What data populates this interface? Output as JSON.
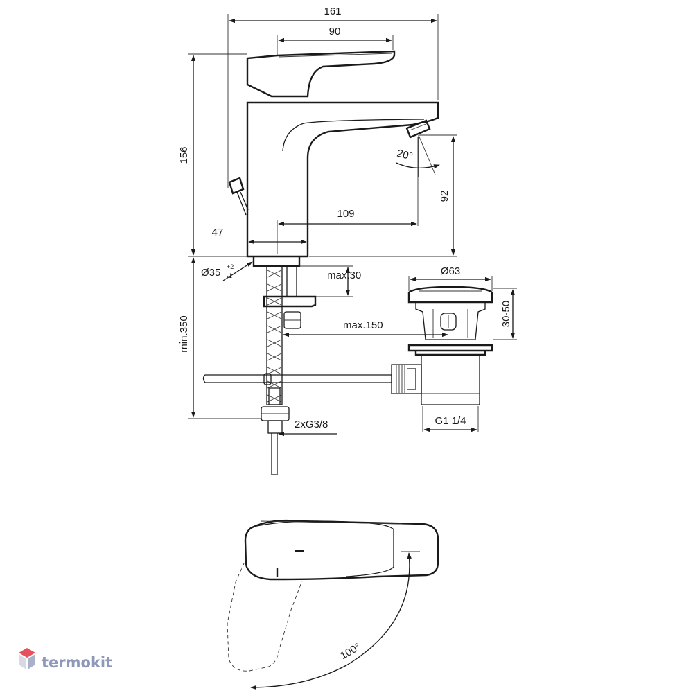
{
  "dimensions": {
    "total_depth": "161",
    "lever_width": "90",
    "height": "156",
    "spout_reach": "109",
    "body_width": "47",
    "aerator_height": "92",
    "aerator_angle": "20°",
    "hole_diameter": "Ø35",
    "hole_tol_plus": "+2",
    "hole_tol_minus": "-1",
    "max_thickness": "max.30",
    "max_distance": "max.150",
    "min_hose": "min.350",
    "connection": "2xG3/8",
    "waste_diameter": "Ø63",
    "waste_range": "30-50",
    "waste_thread": "G1 1/4",
    "rotation_angle": "100°"
  },
  "brand": {
    "name": "termokit",
    "colors": {
      "top": "#e8505b",
      "left": "#d9d9e6",
      "right": "#a9b0c9",
      "text": "#8e98b8"
    }
  },
  "line_color": "#1a1a1a"
}
